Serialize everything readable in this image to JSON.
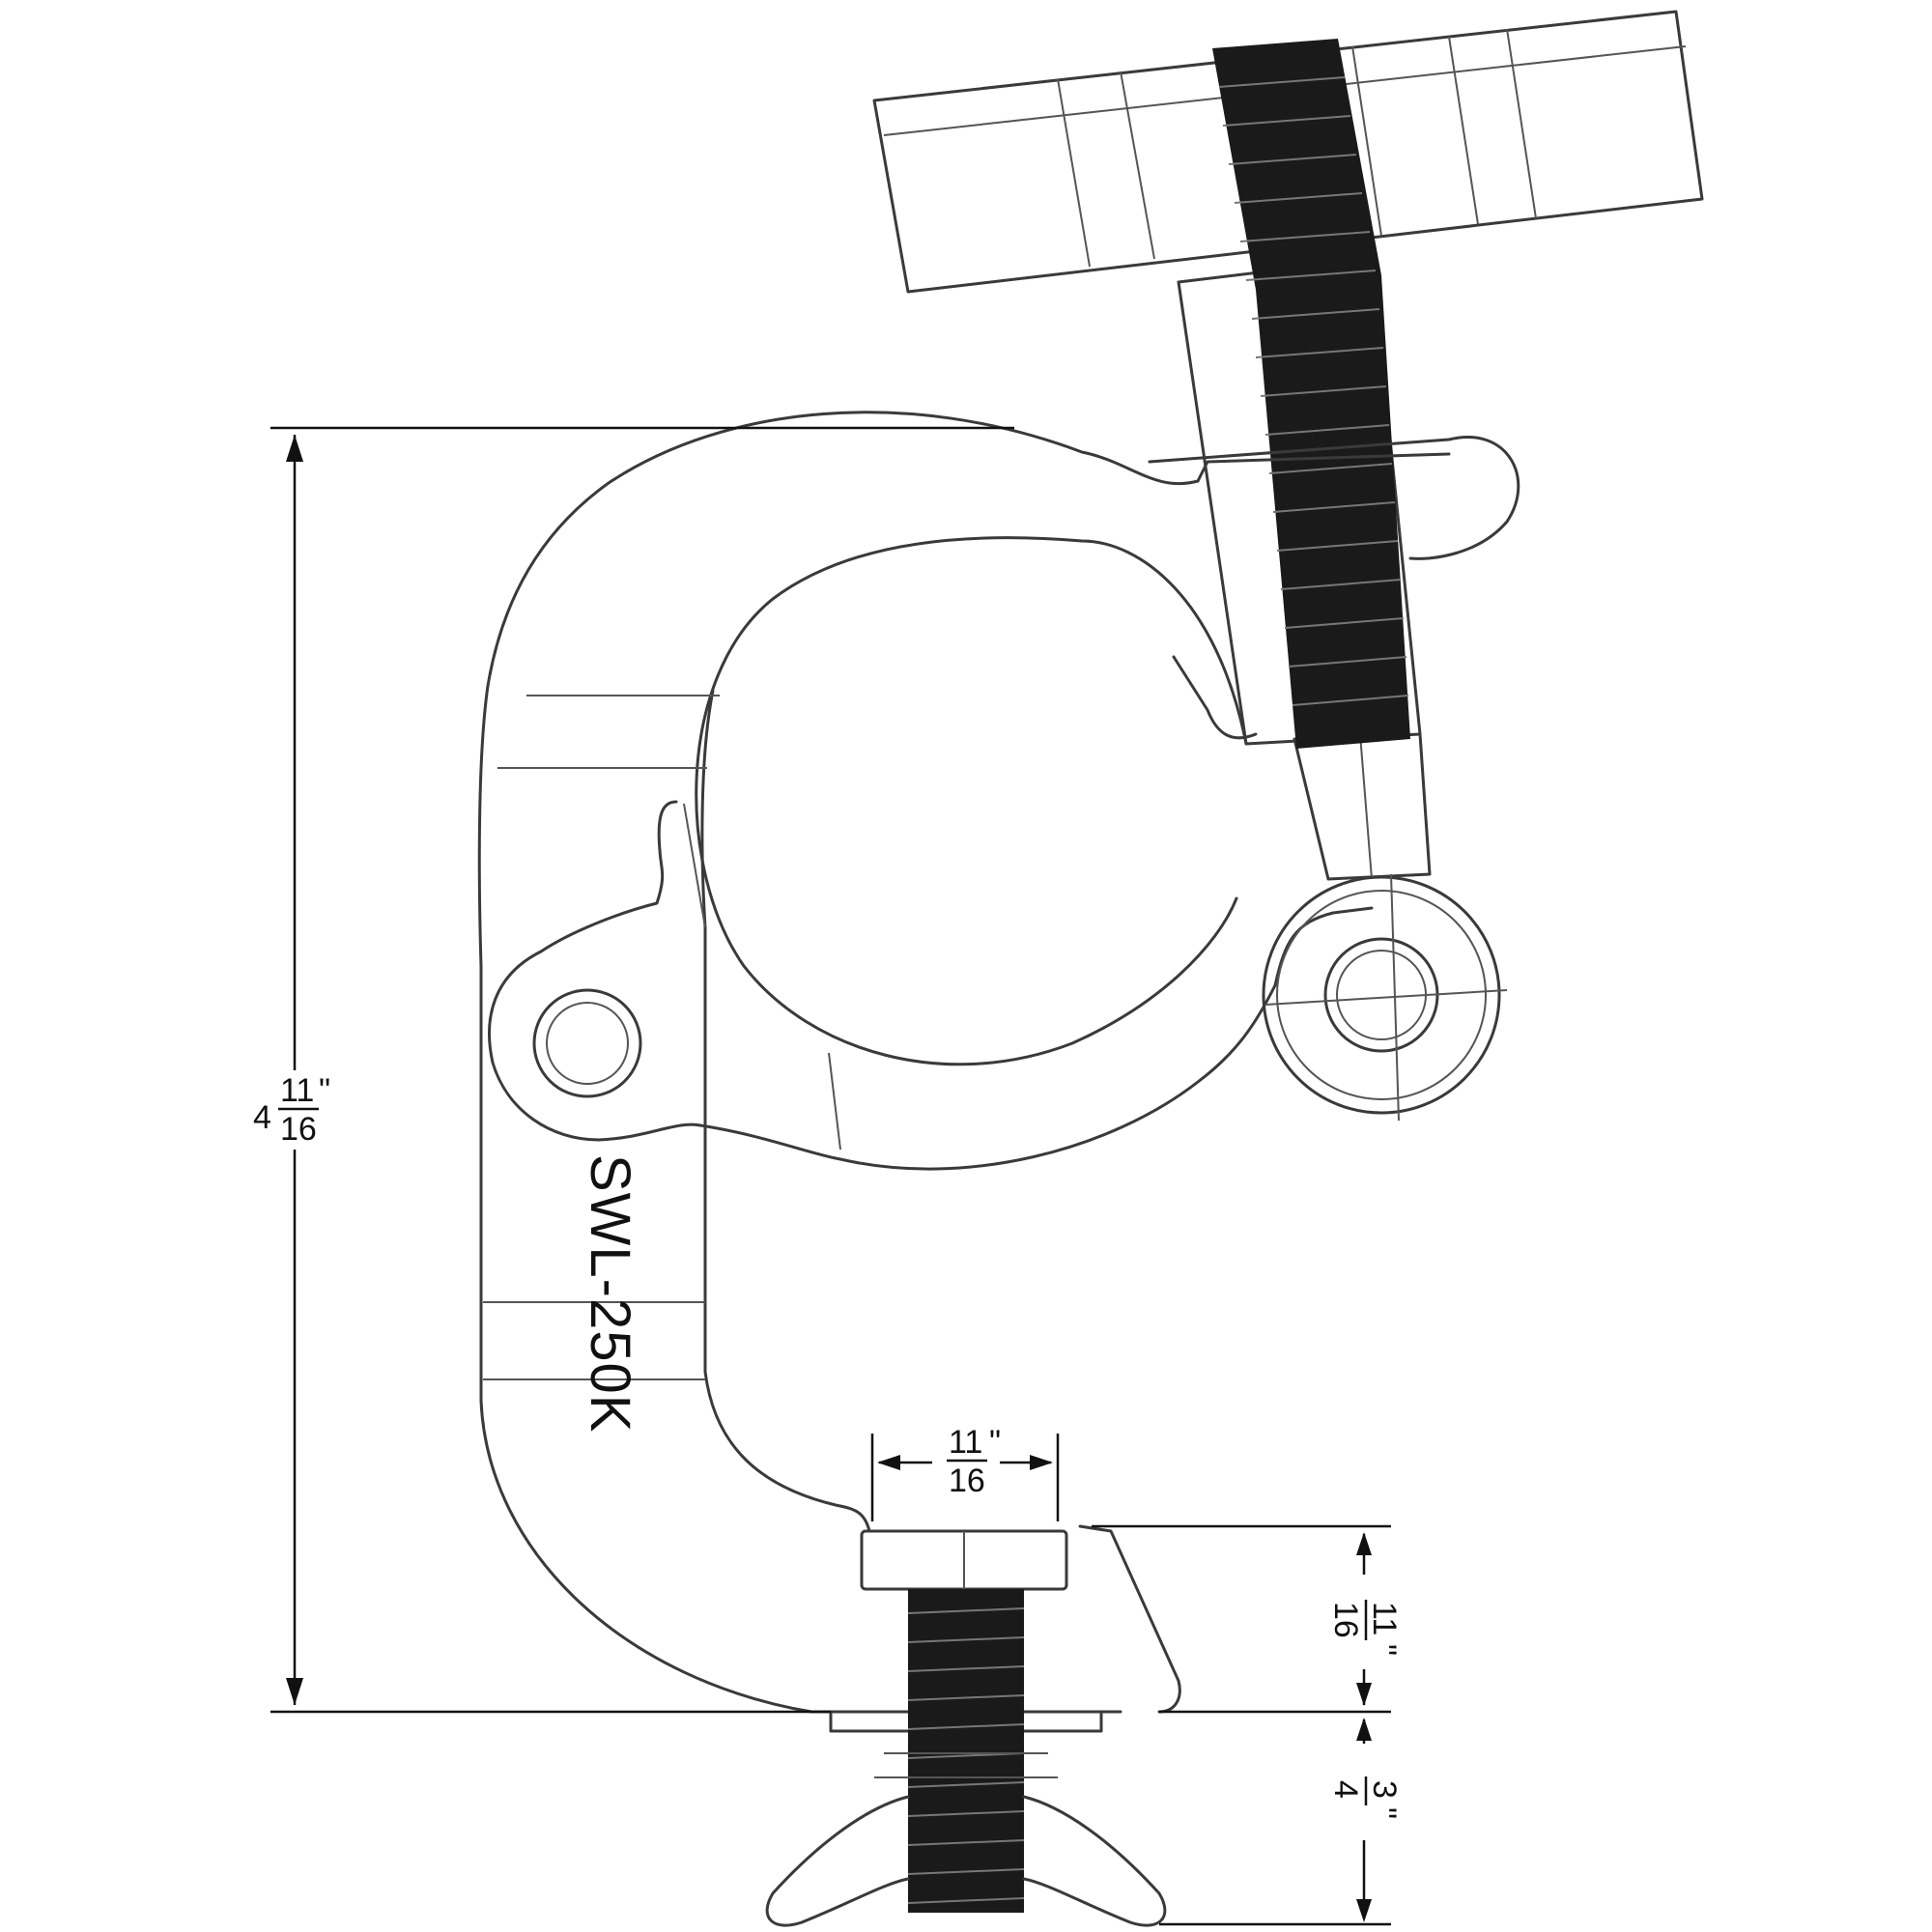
{
  "drawing": {
    "model_marking": "SWL-250K",
    "dimensions": {
      "overall_height": {
        "whole": "4",
        "num": "11",
        "den": "16",
        "unit": "\""
      },
      "bolt_head_width": {
        "whole": "",
        "num": "11",
        "den": "16",
        "unit": "\""
      },
      "bolt_head_height": {
        "whole": "",
        "num": "11",
        "den": "16",
        "unit": "\""
      },
      "wingnut_drop": {
        "whole": "",
        "num": "3",
        "den": "4",
        "unit": "\""
      }
    }
  }
}
